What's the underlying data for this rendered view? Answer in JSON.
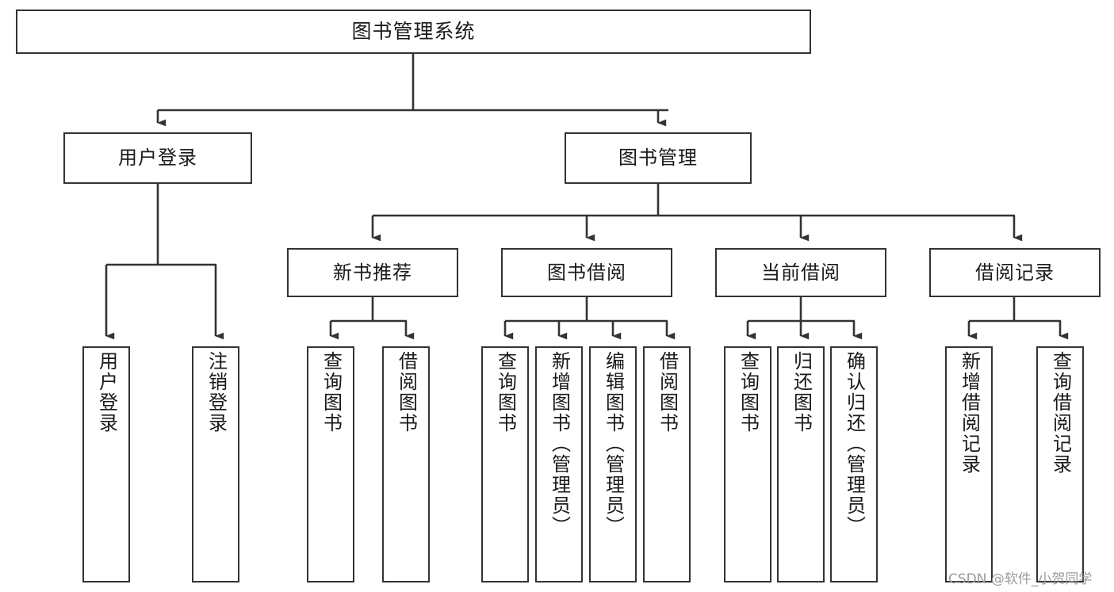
{
  "diagram": {
    "title": "图书管理系统",
    "type": "tree-hierarchy",
    "root": {
      "id": "root",
      "label": "图书管理系统"
    },
    "level2": [
      {
        "id": "user-login",
        "label": "用户登录"
      },
      {
        "id": "book-manage",
        "label": "图书管理"
      }
    ],
    "level3": [
      {
        "id": "new-book-rec",
        "label": "新书推荐",
        "parent": "book-manage"
      },
      {
        "id": "book-borrow",
        "label": "图书借阅",
        "parent": "book-manage"
      },
      {
        "id": "current-borrow",
        "label": "当前借阅",
        "parent": "book-manage"
      },
      {
        "id": "borrow-record",
        "label": "借阅记录",
        "parent": "book-manage"
      }
    ],
    "leaves": [
      {
        "id": "leaf-user-login",
        "label": "用户登录",
        "parent": "user-login"
      },
      {
        "id": "leaf-logout",
        "label": "注销登录",
        "parent": "user-login"
      },
      {
        "id": "leaf-query-book-1",
        "label": "查询图书",
        "parent": "new-book-rec"
      },
      {
        "id": "leaf-borrow-book-1",
        "label": "借阅图书",
        "parent": "new-book-rec"
      },
      {
        "id": "leaf-query-book-2",
        "label": "查询图书",
        "parent": "book-borrow"
      },
      {
        "id": "leaf-add-book",
        "label": "新增图书（管理员）",
        "parent": "book-borrow"
      },
      {
        "id": "leaf-edit-book",
        "label": "编辑图书（管理员）",
        "parent": "book-borrow"
      },
      {
        "id": "leaf-borrow-book-2",
        "label": "借阅图书",
        "parent": "book-borrow"
      },
      {
        "id": "leaf-query-book-3",
        "label": "查询图书",
        "parent": "current-borrow"
      },
      {
        "id": "leaf-return-book",
        "label": "归还图书",
        "parent": "current-borrow"
      },
      {
        "id": "leaf-confirm-return",
        "label": "确认归还（管理员）",
        "parent": "current-borrow"
      },
      {
        "id": "leaf-add-record",
        "label": "新增借阅记录",
        "parent": "borrow-record"
      },
      {
        "id": "leaf-query-record",
        "label": "查询借阅记录",
        "parent": "borrow-record"
      }
    ],
    "colors": {
      "stroke": "#333333",
      "fill": "#ffffff",
      "text": "#1a1a1a",
      "watermark": "#9b9b9b"
    }
  },
  "watermark": {
    "text": "CSDN @软件_小贺同学"
  }
}
